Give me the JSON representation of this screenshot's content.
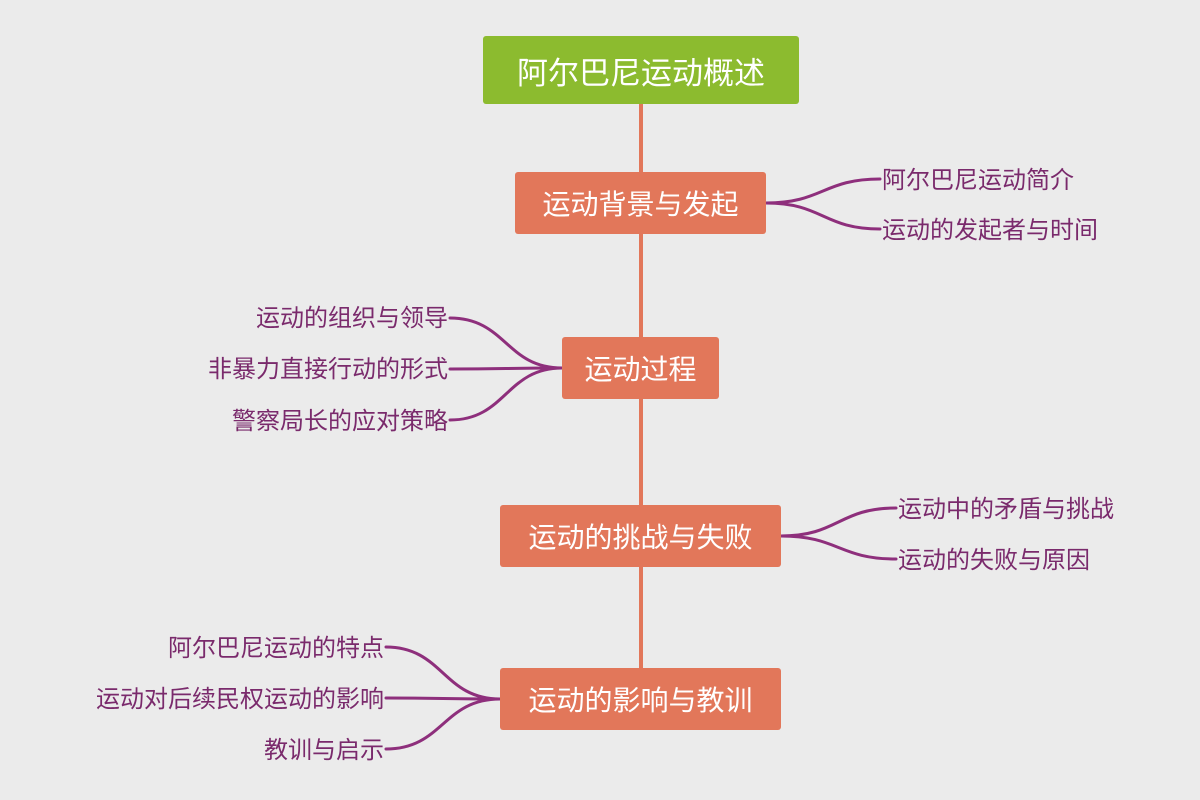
{
  "colors": {
    "background": "#ebebeb",
    "root": "#8cbb2f",
    "branch": "#e2775a",
    "leaf_line": "#8e2f7c",
    "leaf_text": "#7a2a6c",
    "watermark": "#9a9a9a"
  },
  "root": {
    "label": "阿尔巴尼运动概述"
  },
  "branches": [
    {
      "label": "运动背景与发起",
      "children": [
        "阿尔巴尼运动简介",
        "运动的发起者与时间"
      ]
    },
    {
      "label": "运动过程",
      "children": [
        "运动的组织与领导",
        "非暴力直接行动的形式",
        "警察局长的应对策略"
      ]
    },
    {
      "label": "运动的挑战与失败",
      "children": [
        "运动中的矛盾与挑战",
        "运动的失败与原因"
      ]
    },
    {
      "label": "运动的影响与教训",
      "children": [
        "阿尔巴尼运动的特点",
        "运动对后续民权运动的影响",
        "教训与启示"
      ]
    }
  ]
}
